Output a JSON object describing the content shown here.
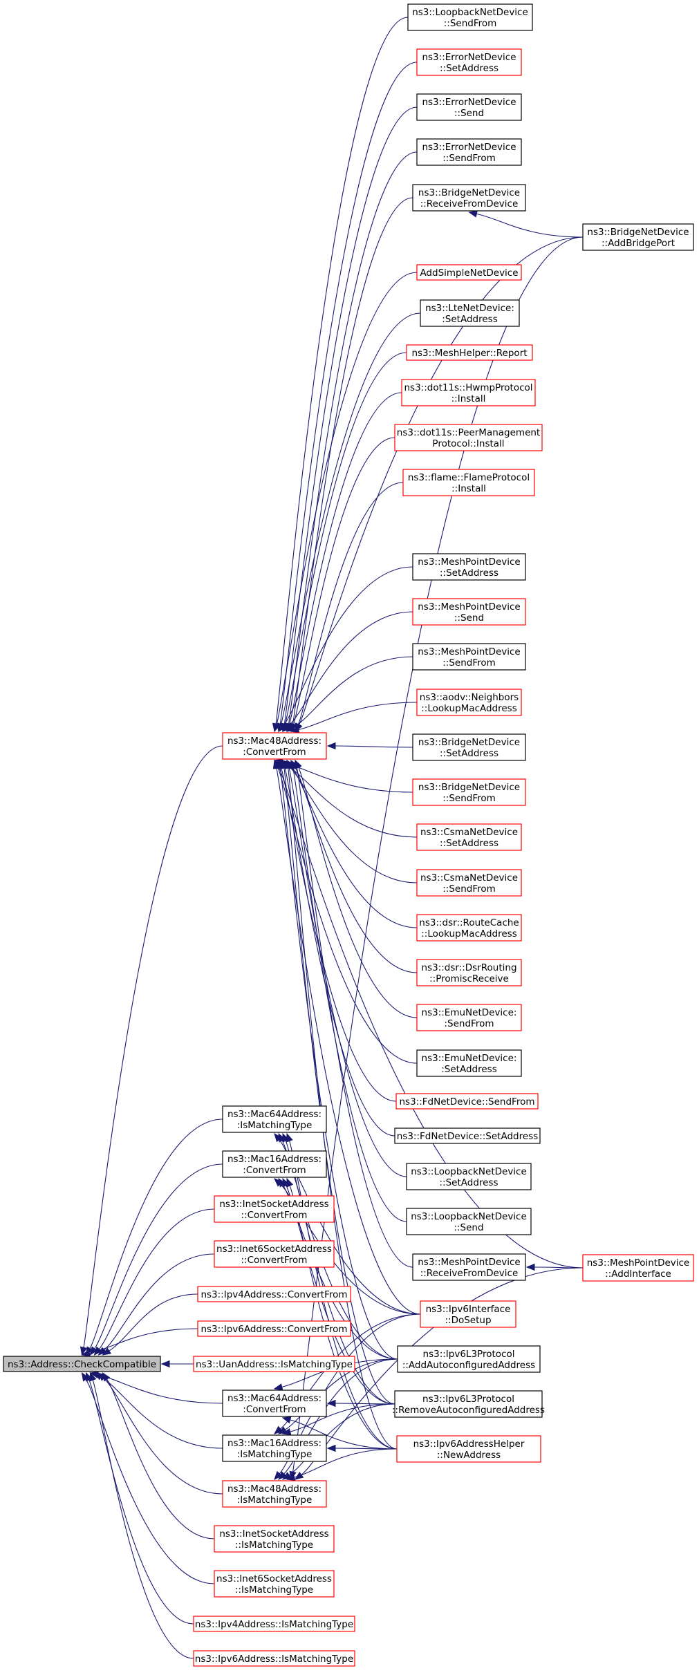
{
  "colors": {
    "edge": "#191970",
    "linked_border": "#ff0000",
    "plain_border": "#000000",
    "root_fill": "#bfbfbf"
  },
  "nodes": [
    {
      "id": "root",
      "lines": [
        "ns3::Address::CheckCompatible"
      ],
      "style": "root"
    },
    {
      "id": "m48cf",
      "lines": [
        "ns3::Mac48Address:",
        ":ConvertFrom"
      ],
      "style": "red"
    },
    {
      "id": "m64imt",
      "lines": [
        "ns3::Mac64Address:",
        ":IsMatchingType"
      ],
      "style": "black"
    },
    {
      "id": "m16cf",
      "lines": [
        "ns3::Mac16Address:",
        ":ConvertFrom"
      ],
      "style": "black"
    },
    {
      "id": "inetcf",
      "lines": [
        "ns3::InetSocketAddress",
        "::ConvertFrom"
      ],
      "style": "red"
    },
    {
      "id": "inet6cf",
      "lines": [
        "ns3::Inet6SocketAddress",
        "::ConvertFrom"
      ],
      "style": "red"
    },
    {
      "id": "ipv4cf",
      "lines": [
        "ns3::Ipv4Address::ConvertFrom"
      ],
      "style": "red"
    },
    {
      "id": "ipv6cf",
      "lines": [
        "ns3::Ipv6Address::ConvertFrom"
      ],
      "style": "red"
    },
    {
      "id": "uanimt",
      "lines": [
        "ns3::UanAddress::IsMatchingType"
      ],
      "style": "red"
    },
    {
      "id": "m64cf",
      "lines": [
        "ns3::Mac64Address:",
        ":ConvertFrom"
      ],
      "style": "black"
    },
    {
      "id": "m16imt",
      "lines": [
        "ns3::Mac16Address:",
        ":IsMatchingType"
      ],
      "style": "black"
    },
    {
      "id": "m48imt",
      "lines": [
        "ns3::Mac48Address:",
        ":IsMatchingType"
      ],
      "style": "red"
    },
    {
      "id": "inetimt",
      "lines": [
        "ns3::InetSocketAddress",
        "::IsMatchingType"
      ],
      "style": "red"
    },
    {
      "id": "inet6imt",
      "lines": [
        "ns3::Inet6SocketAddress",
        "::IsMatchingType"
      ],
      "style": "red"
    },
    {
      "id": "ipv4imt",
      "lines": [
        "ns3::Ipv4Address::IsMatchingType"
      ],
      "style": "red"
    },
    {
      "id": "ipv6imt",
      "lines": [
        "ns3::Ipv6Address::IsMatchingType"
      ],
      "style": "red"
    },
    {
      "id": "lbsf",
      "lines": [
        "ns3::LoopbackNetDevice",
        "::SendFrom"
      ],
      "style": "black"
    },
    {
      "id": "ensa",
      "lines": [
        "ns3::ErrorNetDevice",
        "::SetAddress"
      ],
      "style": "red"
    },
    {
      "id": "ens",
      "lines": [
        "ns3::ErrorNetDevice",
        "::Send"
      ],
      "style": "black"
    },
    {
      "id": "ensf",
      "lines": [
        "ns3::ErrorNetDevice",
        "::SendFrom"
      ],
      "style": "black"
    },
    {
      "id": "bnrfd",
      "lines": [
        "ns3::BridgeNetDevice",
        "::ReceiveFromDevice"
      ],
      "style": "black"
    },
    {
      "id": "asnd",
      "lines": [
        "AddSimpleNetDevice"
      ],
      "style": "red"
    },
    {
      "id": "ltesa",
      "lines": [
        "ns3::LteNetDevice:",
        ":SetAddress"
      ],
      "style": "black"
    },
    {
      "id": "mhrep",
      "lines": [
        "ns3::MeshHelper::Report"
      ],
      "style": "red"
    },
    {
      "id": "hwmp",
      "lines": [
        "ns3::dot11s::HwmpProtocol",
        "::Install"
      ],
      "style": "red"
    },
    {
      "id": "peer",
      "lines": [
        "ns3::dot11s::PeerManagement",
        "Protocol::Install"
      ],
      "style": "red"
    },
    {
      "id": "flame",
      "lines": [
        "ns3::flame::FlameProtocol",
        "::Install"
      ],
      "style": "red"
    },
    {
      "id": "mpsa",
      "lines": [
        "ns3::MeshPointDevice",
        "::SetAddress"
      ],
      "style": "black"
    },
    {
      "id": "mps",
      "lines": [
        "ns3::MeshPointDevice",
        "::Send"
      ],
      "style": "red"
    },
    {
      "id": "mpsf",
      "lines": [
        "ns3::MeshPointDevice",
        "::SendFrom"
      ],
      "style": "black"
    },
    {
      "id": "aodv",
      "lines": [
        "ns3::aodv::Neighbors",
        "::LookupMacAddress"
      ],
      "style": "red"
    },
    {
      "id": "bnsa",
      "lines": [
        "ns3::BridgeNetDevice",
        "::SetAddress"
      ],
      "style": "black"
    },
    {
      "id": "bnsf",
      "lines": [
        "ns3::BridgeNetDevice",
        "::SendFrom"
      ],
      "style": "red"
    },
    {
      "id": "csa",
      "lines": [
        "ns3::CsmaNetDevice",
        "::SetAddress"
      ],
      "style": "red"
    },
    {
      "id": "csf",
      "lines": [
        "ns3::CsmaNetDevice",
        "::SendFrom"
      ],
      "style": "red"
    },
    {
      "id": "dsrrc",
      "lines": [
        "ns3::dsr::RouteCache",
        "::LookupMacAddress"
      ],
      "style": "red"
    },
    {
      "id": "dsrpr",
      "lines": [
        "ns3::dsr::DsrRouting",
        "::PromiscReceive"
      ],
      "style": "red"
    },
    {
      "id": "emusf",
      "lines": [
        "ns3::EmuNetDevice:",
        ":SendFrom"
      ],
      "style": "red"
    },
    {
      "id": "emusa",
      "lines": [
        "ns3::EmuNetDevice:",
        ":SetAddress"
      ],
      "style": "black"
    },
    {
      "id": "fdsf",
      "lines": [
        "ns3::FdNetDevice::SendFrom"
      ],
      "style": "red"
    },
    {
      "id": "fdsa",
      "lines": [
        "ns3::FdNetDevice::SetAddress"
      ],
      "style": "black"
    },
    {
      "id": "lbsa",
      "lines": [
        "ns3::LoopbackNetDevice",
        "::SetAddress"
      ],
      "style": "black"
    },
    {
      "id": "lbs",
      "lines": [
        "ns3::LoopbackNetDevice",
        "::Send"
      ],
      "style": "black"
    },
    {
      "id": "mprfd",
      "lines": [
        "ns3::MeshPointDevice",
        "::ReceiveFromDevice"
      ],
      "style": "black"
    },
    {
      "id": "ip6ds",
      "lines": [
        "ns3::Ipv6Interface",
        "::DoSetup"
      ],
      "style": "red"
    },
    {
      "id": "l3add",
      "lines": [
        "ns3::Ipv6L3Protocol",
        "::AddAutoconfiguredAddress"
      ],
      "style": "black"
    },
    {
      "id": "l3rem",
      "lines": [
        "ns3::Ipv6L3Protocol",
        "::RemoveAutoconfiguredAddress"
      ],
      "style": "black"
    },
    {
      "id": "ip6ah",
      "lines": [
        "ns3::Ipv6AddressHelper",
        "::NewAddress"
      ],
      "style": "red"
    },
    {
      "id": "bnabp",
      "lines": [
        "ns3::BridgeNetDevice",
        "::AddBridgePort"
      ],
      "style": "black"
    },
    {
      "id": "mpai",
      "lines": [
        "ns3::MeshPointDevice",
        "::AddInterface"
      ],
      "style": "red"
    }
  ],
  "edges": [
    [
      "m48cf",
      "root"
    ],
    [
      "m64imt",
      "root"
    ],
    [
      "m16cf",
      "root"
    ],
    [
      "inetcf",
      "root"
    ],
    [
      "inet6cf",
      "root"
    ],
    [
      "ipv4cf",
      "root"
    ],
    [
      "ipv6cf",
      "root"
    ],
    [
      "uanimt",
      "root"
    ],
    [
      "m64cf",
      "root"
    ],
    [
      "m16imt",
      "root"
    ],
    [
      "m48imt",
      "root"
    ],
    [
      "inetimt",
      "root"
    ],
    [
      "inet6imt",
      "root"
    ],
    [
      "ipv4imt",
      "root"
    ],
    [
      "ipv6imt",
      "root"
    ],
    [
      "lbsf",
      "m48cf"
    ],
    [
      "ensa",
      "m48cf"
    ],
    [
      "ens",
      "m48cf"
    ],
    [
      "ensf",
      "m48cf"
    ],
    [
      "bnrfd",
      "m48cf"
    ],
    [
      "bnabp",
      "m48cf"
    ],
    [
      "asnd",
      "m48cf"
    ],
    [
      "ltesa",
      "m48cf"
    ],
    [
      "mhrep",
      "m48cf"
    ],
    [
      "hwmp",
      "m48cf"
    ],
    [
      "peer",
      "m48cf"
    ],
    [
      "flame",
      "m48cf"
    ],
    [
      "mpai",
      "m48cf"
    ],
    [
      "mpsa",
      "m48cf"
    ],
    [
      "mps",
      "m48cf"
    ],
    [
      "mpsf",
      "m48cf"
    ],
    [
      "aodv",
      "m48cf"
    ],
    [
      "bnsa",
      "m48cf"
    ],
    [
      "bnsf",
      "m48cf"
    ],
    [
      "csa",
      "m48cf"
    ],
    [
      "csf",
      "m48cf"
    ],
    [
      "dsrrc",
      "m48cf"
    ],
    [
      "dsrpr",
      "m48cf"
    ],
    [
      "emusf",
      "m48cf"
    ],
    [
      "emusa",
      "m48cf"
    ],
    [
      "fdsf",
      "m48cf"
    ],
    [
      "fdsa",
      "m48cf"
    ],
    [
      "lbsa",
      "m48cf"
    ],
    [
      "lbs",
      "m48cf"
    ],
    [
      "mprfd",
      "m48cf"
    ],
    [
      "ip6ds",
      "m48cf"
    ],
    [
      "l3add",
      "m48cf"
    ],
    [
      "l3rem",
      "m48cf"
    ],
    [
      "ip6ah",
      "m48cf"
    ],
    [
      "ip6ds",
      "m64imt"
    ],
    [
      "l3add",
      "m64imt"
    ],
    [
      "l3rem",
      "m64imt"
    ],
    [
      "ip6ah",
      "m64imt"
    ],
    [
      "ip6ds",
      "m16cf"
    ],
    [
      "l3add",
      "m16cf"
    ],
    [
      "l3rem",
      "m16cf"
    ],
    [
      "ip6ah",
      "m16cf"
    ],
    [
      "l3add",
      "m64cf"
    ],
    [
      "l3rem",
      "m64cf"
    ],
    [
      "ip6ah",
      "m64cf"
    ],
    [
      "ip6ds",
      "m16imt"
    ],
    [
      "l3add",
      "m16imt"
    ],
    [
      "l3rem",
      "m16imt"
    ],
    [
      "ip6ah",
      "m16imt"
    ],
    [
      "ip6ds",
      "m48imt"
    ],
    [
      "l3add",
      "m48imt"
    ],
    [
      "l3rem",
      "m48imt"
    ],
    [
      "ip6ah",
      "m48imt"
    ],
    [
      "bnabp",
      "m48imt"
    ],
    [
      "mpai",
      "m48imt"
    ],
    [
      "bnabp",
      "bnrfd"
    ],
    [
      "mpai",
      "mprfd"
    ]
  ]
}
